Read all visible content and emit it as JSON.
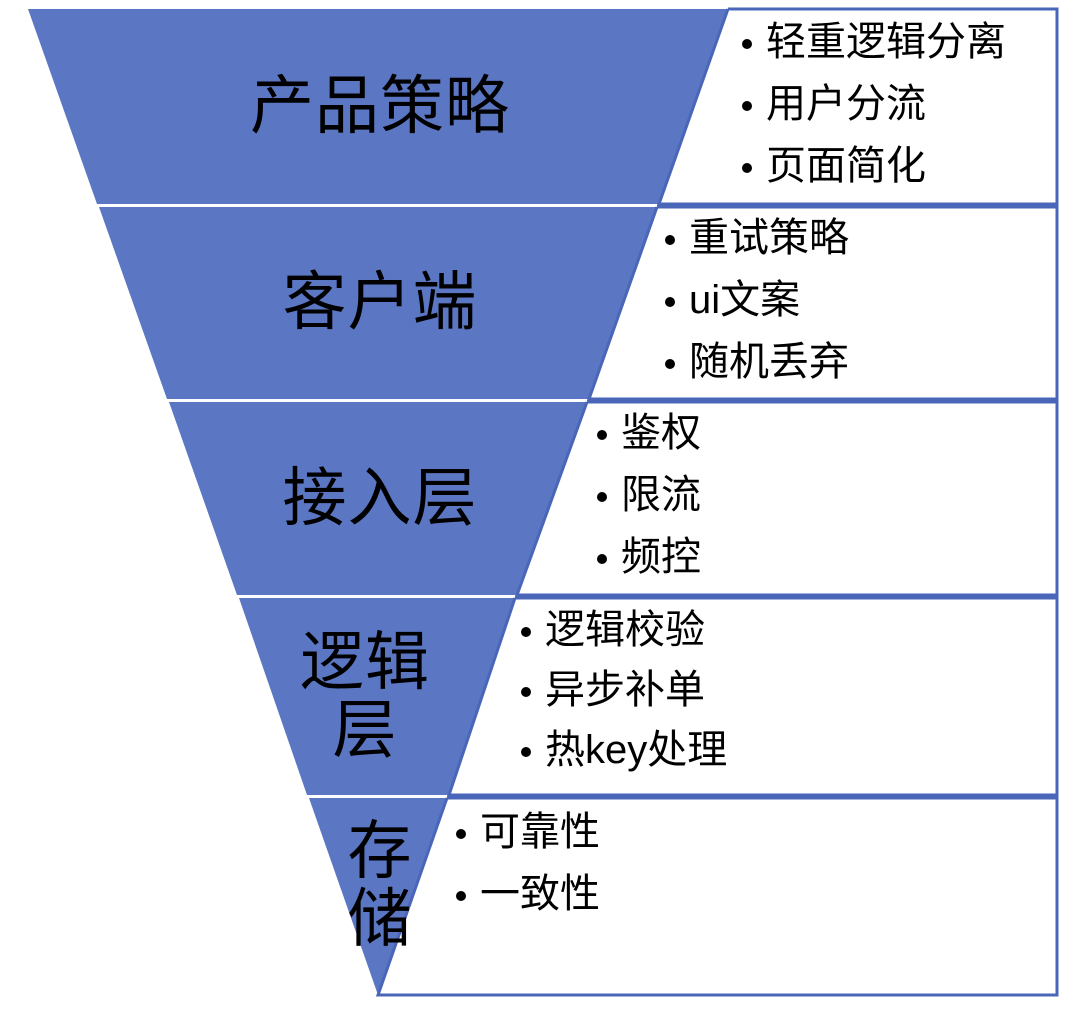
{
  "diagram": {
    "type": "inverted-funnel",
    "title": "",
    "colors": {
      "funnel_fill": "#5B76C3",
      "funnel_divider": "#FFFFFF",
      "box_border": "#4A66B8",
      "text": "#000000",
      "background": "#FFFFFF"
    },
    "stages": [
      {
        "label": "产品策略",
        "bullets": [
          "轻重逻辑分离",
          "用户分流",
          "页面简化"
        ]
      },
      {
        "label": "客户端",
        "bullets": [
          "重试策略",
          "ui文案",
          "随机丢弃"
        ]
      },
      {
        "label": "接入层",
        "bullets": [
          "鉴权",
          "限流",
          "频控"
        ]
      },
      {
        "label": "逻辑\n层",
        "bullets": [
          "逻辑校验",
          "异步补单",
          "热key处理"
        ]
      },
      {
        "label": "存\n储",
        "bullets": [
          "可靠性",
          "一致性"
        ]
      }
    ]
  }
}
